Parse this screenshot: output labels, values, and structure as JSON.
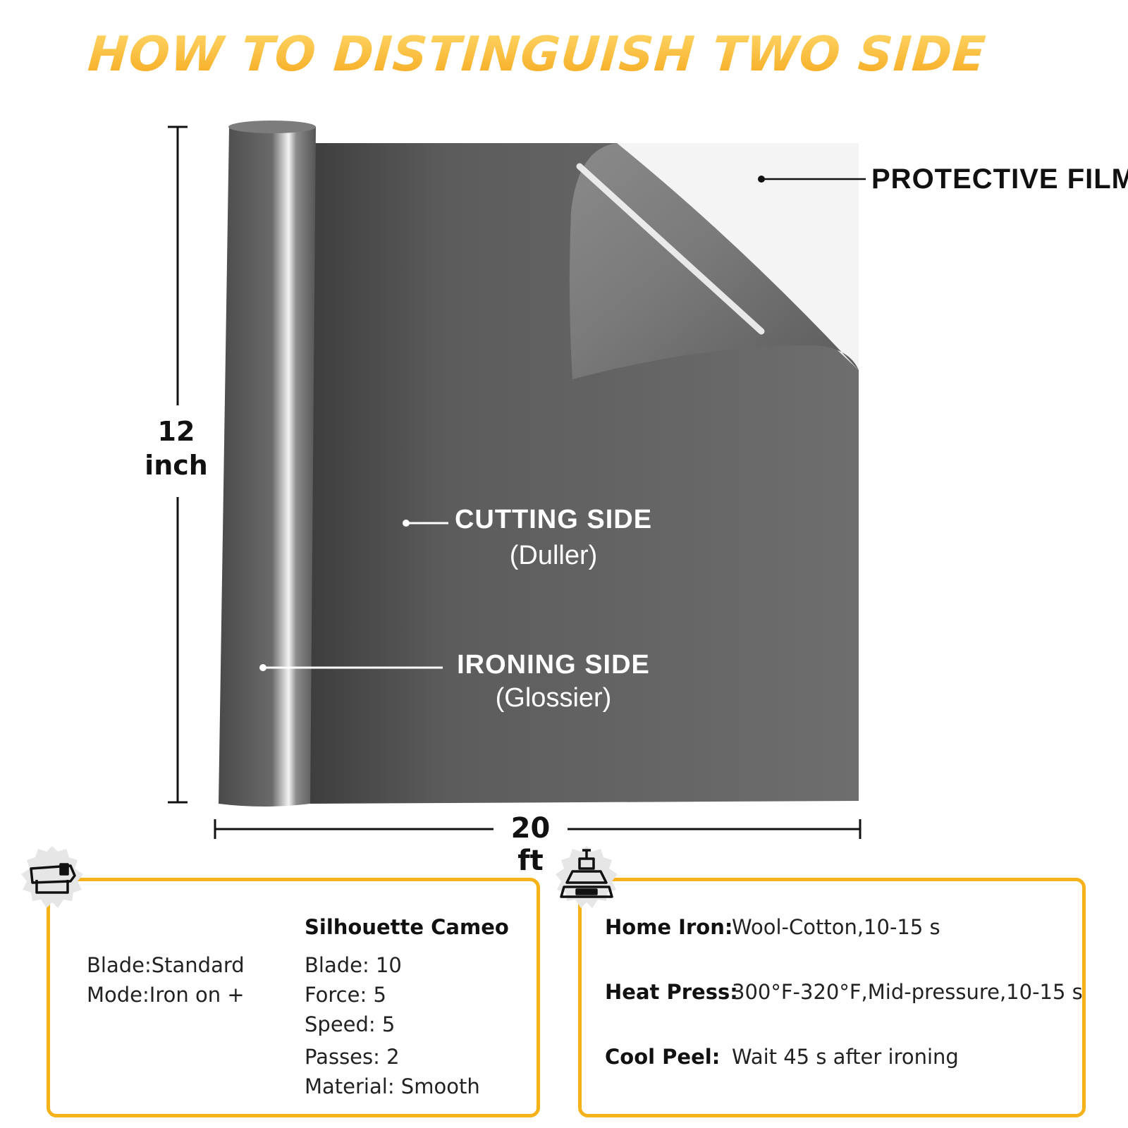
{
  "title": "HOW TO DISTINGUISH TWO SIDE",
  "labels": {
    "protective_film": "PROTECTIVE FILM",
    "cutting_side": "CUTTING SIDE",
    "cutting_side_note": "(Duller)",
    "ironing_side": "IRONING SIDE",
    "ironing_side_note": "(Glossier)"
  },
  "dimensions": {
    "height_value": "12",
    "height_unit": "inch",
    "length": "20 ft"
  },
  "cutting_card": {
    "icon": "cutting-machine-icon",
    "machine_heading": "Silhouette Cameo",
    "left_settings": [
      "Blade:Standard",
      "Mode:Iron on +"
    ],
    "cameo_settings": [
      "Blade: 10",
      "Force: 5",
      "Speed: 5",
      "Passes: 2",
      "Material: Smooth"
    ]
  },
  "press_card": {
    "icon": "heat-press-icon",
    "rows": [
      {
        "label": "Home Iron:",
        "value": "Wool-Cotton,10-15 s"
      },
      {
        "label": "Heat Press:",
        "value": "300°F-320°F,Mid-pressure,10-15 s"
      },
      {
        "label": "Cool Peel:",
        "value": "Wait 45 s after ironing"
      }
    ]
  },
  "colors": {
    "accent": "#F5B21B",
    "vinyl": "#6a6a6a"
  }
}
